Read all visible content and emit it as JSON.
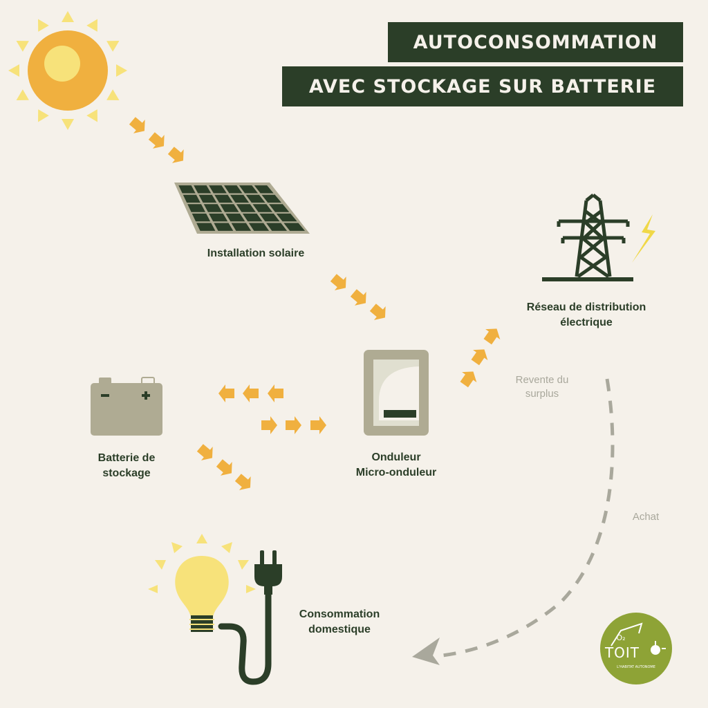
{
  "title": {
    "line1": "AUTOCONSOMMATION",
    "line2": "AVEC STOCKAGE SUR BATTERIE"
  },
  "nodes": {
    "solar_panel": "Installation solaire",
    "grid_line1": "Réseau de distribution",
    "grid_line2": "électrique",
    "battery_line1": "Batterie de",
    "battery_line2": "stockage",
    "inverter_line1": "Onduleur",
    "inverter_line2": "Micro-onduleur",
    "consumption_line1": "Consommation",
    "consumption_line2": "domestique"
  },
  "flows": {
    "surplus_line1": "Revente du",
    "surplus_line2": "surplus",
    "purchase": "Achat"
  },
  "logo": {
    "o2": "O₂",
    "brand": "TOIT",
    "tagline": "L'HABITAT AUTONOME"
  },
  "colors": {
    "background": "#f5f1ea",
    "dark_green": "#2b3e28",
    "arrow_orange": "#f0b03f",
    "sun_orange": "#f0b03f",
    "sun_rays": "#f7e27a",
    "battery_grey": "#afab93",
    "inverter_light": "#e0dfd0",
    "dashed_line": "#a9a89c",
    "logo_green": "#8ea336"
  }
}
